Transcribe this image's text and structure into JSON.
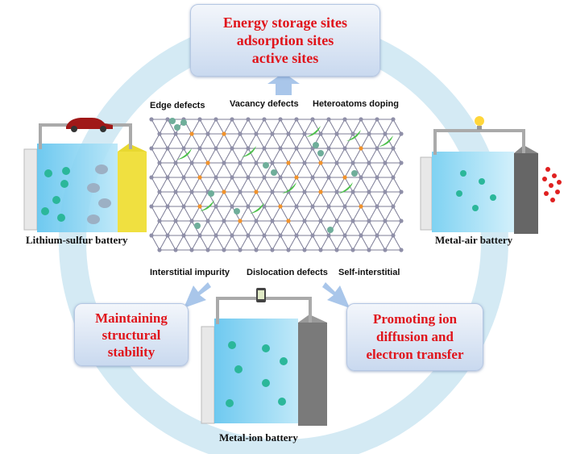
{
  "top_box": {
    "lines": [
      "Energy storage sites",
      "adsorption sites",
      "active sites"
    ]
  },
  "left_box": {
    "lines": [
      "Maintaining",
      "structural",
      "stability"
    ]
  },
  "right_box": {
    "lines": [
      "Promoting ion",
      "diffusion and",
      "electron transfer"
    ]
  },
  "batteries": {
    "left": "Lithium-sulfur battery",
    "right": "Metal-air battery",
    "bottom": "Metal-ion battery"
  },
  "defects": {
    "edge": "Edge defects",
    "vacancy": "Vacancy defects",
    "heteroatoms": "Heteroatoms doping",
    "interstitial_impurity": "Interstitial impurity",
    "dislocation": "Dislocation defects",
    "self_interstitial": "Self-interstitial"
  },
  "colors": {
    "ring": "#d4eaf4",
    "title_red": "#e0141b",
    "electrolyte": "#7fcff0",
    "sulfur": "#f0e040",
    "lattice_node": "#8f8fa8",
    "defect_node": "#f0922c",
    "green_mark": "#4cc04a"
  }
}
